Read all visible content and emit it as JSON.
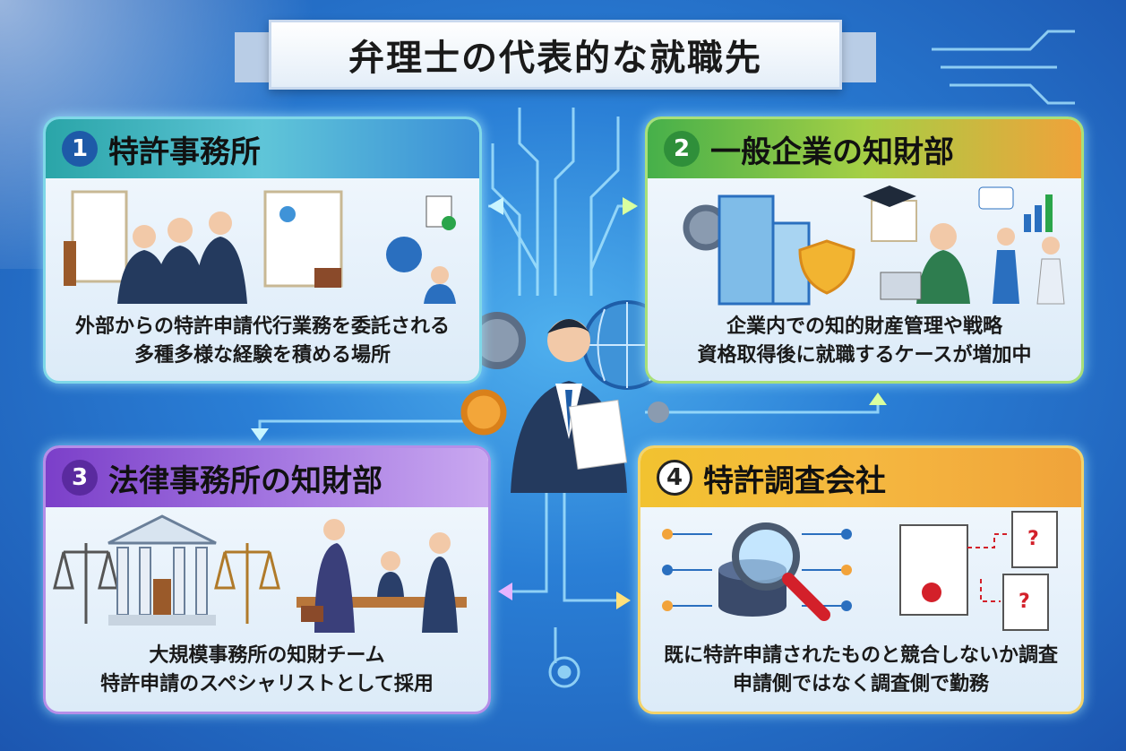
{
  "title": "弁理士の代表的な就職先",
  "cards": [
    {
      "number": "1",
      "heading": "特許事務所",
      "lines": [
        "外部からの特許申請代行業務を委託される",
        "多種多様な経験を積める場所"
      ]
    },
    {
      "number": "2",
      "heading": "一般企業の知財部",
      "lines": [
        "企業内での知的財産管理や戦略",
        "資格取得後に就職するケースが増加中"
      ]
    },
    {
      "number": "3",
      "heading": "法律事務所の知財部",
      "lines": [
        "大規模事務所の知財チーム",
        "特許申請のスペシャリストとして採用"
      ]
    },
    {
      "number": "4",
      "heading": "特許調査会社",
      "lines": [
        "既に特許申請されたものと競合しないか調査",
        "申請側ではなく調査側で勤務"
      ]
    }
  ],
  "colors": {
    "c1": "#2aa5a8",
    "c2": "#46b04a",
    "c3": "#7b3fc9",
    "c4": "#f2c230"
  }
}
